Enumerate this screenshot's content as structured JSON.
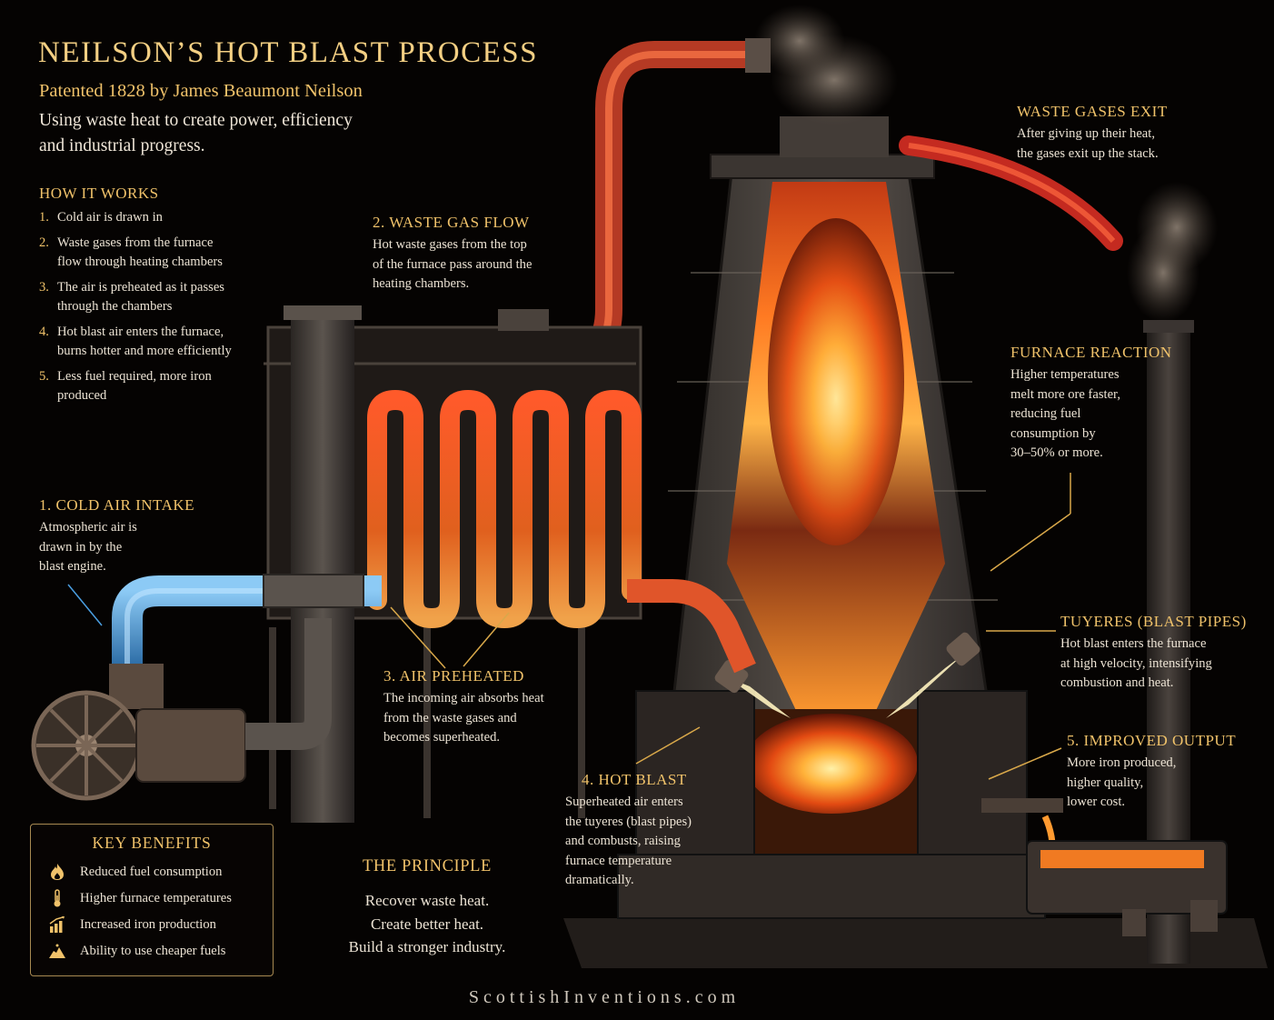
{
  "header": {
    "title": "NEILSON’S HOT BLAST PROCESS",
    "subtitle": "Patented 1828 by James Beaumont Neilson",
    "tagline_1": "Using waste heat to create power, efficiency",
    "tagline_2": "and industrial progress."
  },
  "how_it_works": {
    "heading": "HOW IT WORKS",
    "steps": [
      {
        "num": "1.",
        "line1": "Cold air is drawn in",
        "line2": ""
      },
      {
        "num": "2.",
        "line1": "Waste gases from the furnace",
        "line2": "flow through heating chambers"
      },
      {
        "num": "3.",
        "line1": "The air is preheated as it passes",
        "line2": "through the chambers"
      },
      {
        "num": "4.",
        "line1": "Hot blast air enters the furnace,",
        "line2": "burns hotter and more efficiently"
      },
      {
        "num": "5.",
        "line1": "Less fuel required, more iron",
        "line2": "produced"
      }
    ]
  },
  "callouts": {
    "cold_air": {
      "heading": "1. COLD AIR INTAKE",
      "lines": [
        "Atmospheric air is",
        "drawn in by the",
        "blast engine."
      ]
    },
    "waste_gas": {
      "heading": "2. WASTE GAS FLOW",
      "lines": [
        "Hot waste gases from the top",
        "of the furnace pass around the",
        "heating chambers."
      ]
    },
    "air_preheated": {
      "heading": "3. AIR PREHEATED",
      "lines": [
        "The incoming air absorbs heat",
        "from the waste gases and",
        "becomes superheated."
      ]
    },
    "hot_blast": {
      "heading": "4. HOT BLAST",
      "lines": [
        "Superheated air enters",
        "the tuyeres (blast pipes)",
        "and combusts, raising",
        "furnace temperature",
        "dramatically."
      ]
    },
    "waste_exit": {
      "heading": "WASTE GASES EXIT",
      "lines": [
        "After giving up their heat,",
        "the gases exit up the stack."
      ]
    },
    "furnace_reaction": {
      "heading": "FURNACE REACTION",
      "lines": [
        "Higher temperatures",
        "melt more ore faster,",
        "reducing fuel",
        "consumption by",
        "30–50% or more."
      ]
    },
    "tuyeres": {
      "heading": "TUYERES (BLAST PIPES)",
      "lines": [
        "Hot blast enters the furnace",
        "at high velocity, intensifying",
        "combustion and heat."
      ]
    },
    "improved_output": {
      "heading": "5. IMPROVED OUTPUT",
      "lines": [
        "More iron produced,",
        "higher quality,",
        "lower cost."
      ]
    }
  },
  "key_benefits": {
    "heading": "KEY BENEFITS",
    "items": [
      {
        "icon": "flame-icon",
        "label": "Reduced fuel consumption"
      },
      {
        "icon": "thermometer-icon",
        "label": "Higher furnace temperatures"
      },
      {
        "icon": "bar-chart-icon",
        "label": "Increased iron production"
      },
      {
        "icon": "coal-pile-icon",
        "label": "Ability to use cheaper fuels"
      }
    ]
  },
  "principle": {
    "heading": "THE PRINCIPLE",
    "lines": [
      "Recover waste heat.",
      "Create better heat.",
      "Build a stronger industry."
    ]
  },
  "footer": {
    "site": "ScottishInventions.com"
  },
  "colors": {
    "gold": "#f0c26a",
    "cold_air_blue": "#5aa9e6",
    "hot_pipe_red": "#e0442a",
    "molten_orange": "#ff8a1e",
    "iron_grey": "#4a4541"
  }
}
